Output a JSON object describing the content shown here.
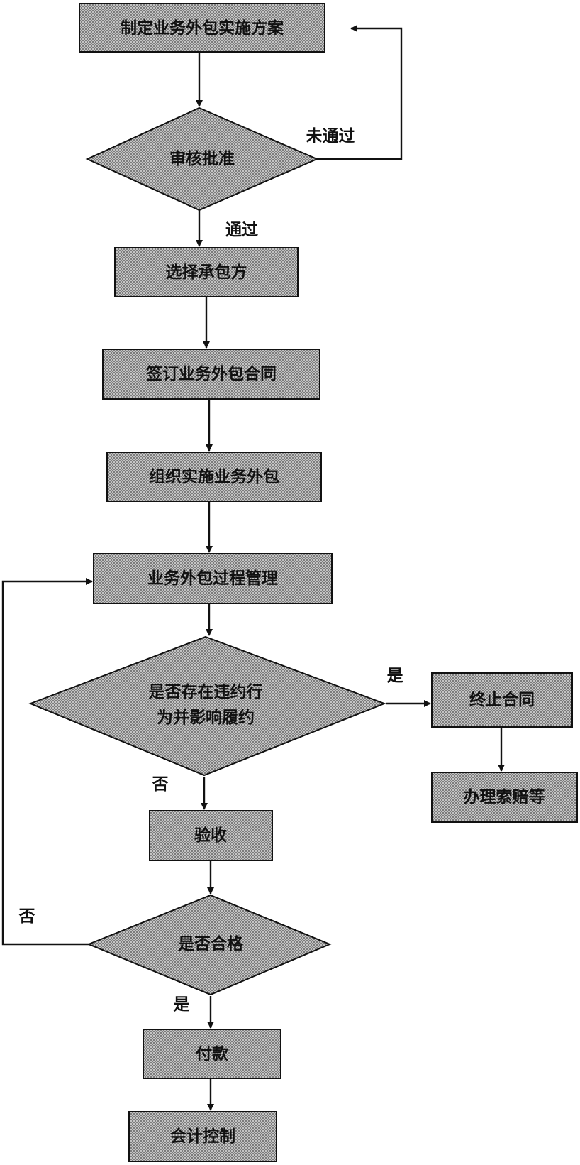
{
  "diagram": {
    "nodes": {
      "plan": "制定业务外包实施方案",
      "review": "审核批准",
      "select": "选择承包方",
      "sign": "签订业务外包合同",
      "implement": "组织实施业务外包",
      "manage": "业务外包过程管理",
      "breach_line1": "是否存在违约行",
      "breach_line2": "为并影响履约",
      "terminate": "终止合同",
      "claim": "办理索赔等",
      "accept": "验收",
      "qualified": "是否合格",
      "pay": "付款",
      "accounting": "会计控制"
    },
    "labels": {
      "review_fail": "未通过",
      "review_pass": "通过",
      "breach_yes": "是",
      "breach_no": "否",
      "qualified_no": "否",
      "qualified_yes": "是"
    },
    "colors": {
      "fill": "#a9a9a9",
      "stroke": "#111111",
      "text": "#111111"
    }
  }
}
